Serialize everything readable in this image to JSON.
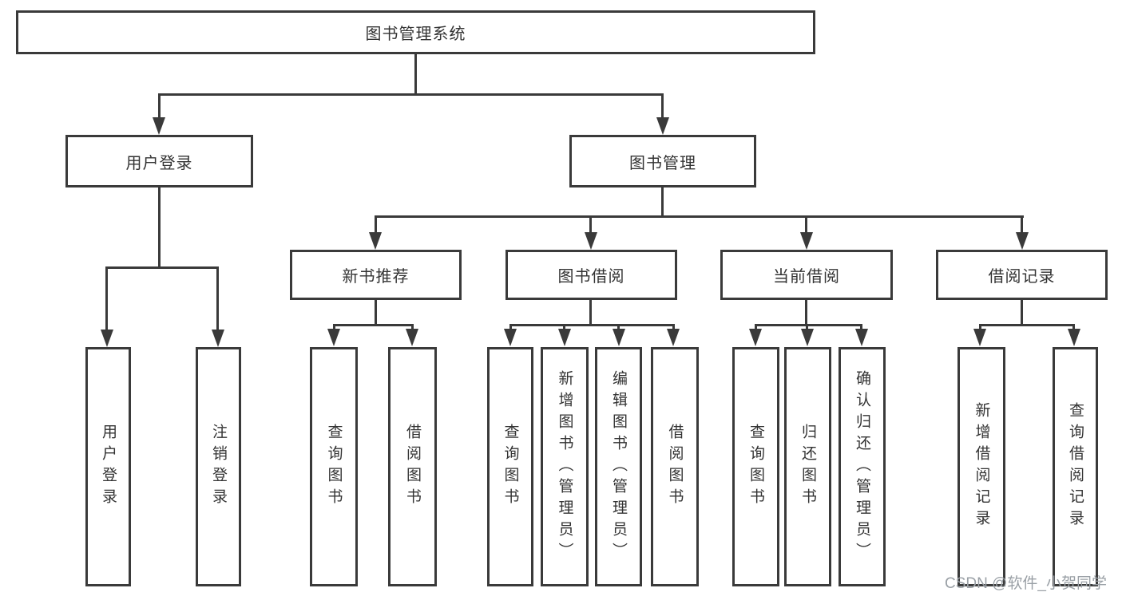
{
  "tree": {
    "root": "图书管理系统",
    "children": [
      {
        "label": "用户登录",
        "children": [
          "用户登录",
          "注销登录"
        ]
      },
      {
        "label": "图书管理",
        "children": [
          {
            "label": "新书推荐",
            "children": [
              "查询图书",
              "借阅图书"
            ]
          },
          {
            "label": "图书借阅",
            "children": [
              "查询图书",
              "新增图书（管理员）",
              "编辑图书（管理员）",
              "借阅图书"
            ]
          },
          {
            "label": "当前借阅",
            "children": [
              "查询图书",
              "归还图书",
              "确认归还（管理员）"
            ]
          },
          {
            "label": "借阅记录",
            "children": [
              "新增借阅记录",
              "查询借阅记录"
            ]
          }
        ]
      }
    ]
  },
  "watermark": "CSDN @软件_小贺同学",
  "colors": {
    "line": "#3a3a3a",
    "text": "#333333",
    "watermark": "#9aa0a6",
    "background": "#ffffff"
  }
}
